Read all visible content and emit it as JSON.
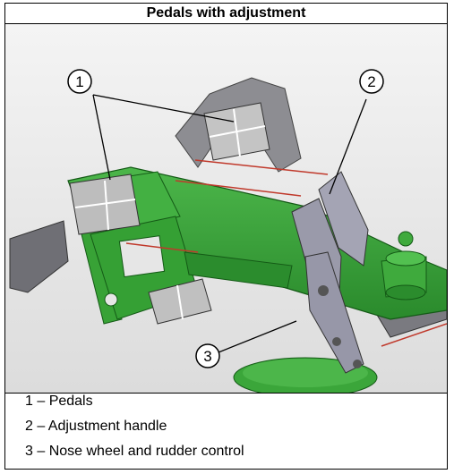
{
  "title": "Pedals with adjustment",
  "callouts": [
    "1",
    "2",
    "3"
  ],
  "legend": [
    "1 – Pedals",
    "2 – Adjustment handle",
    "3 – Nose wheel and rudder control"
  ],
  "colors": {
    "background": "#e6e6e6",
    "frame_green": "#3a9d3a",
    "frame_green_dark": "#1f6f22",
    "pedal_plate": "#b7b7b7",
    "bracket": "#9a9aa8",
    "cable": "#c0392b"
  }
}
